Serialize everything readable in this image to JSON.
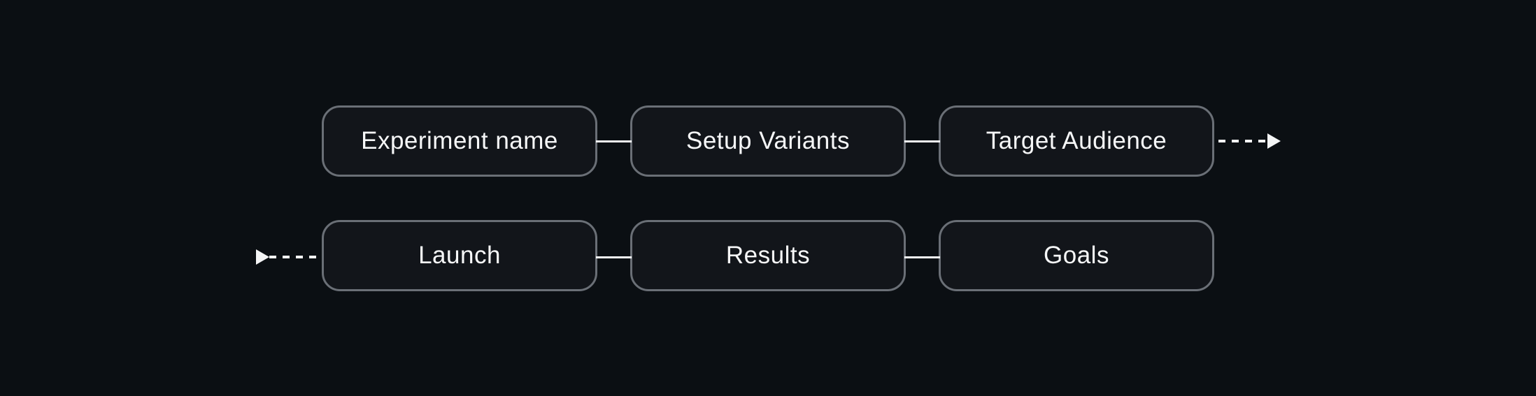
{
  "diagram": {
    "type": "flowchart",
    "rows": [
      {
        "nodes": [
          {
            "label": "Experiment name"
          },
          {
            "label": "Setup Variants"
          },
          {
            "label": "Target Audience"
          }
        ],
        "exit_arrow": "dashed-right"
      },
      {
        "nodes": [
          {
            "label": "Launch"
          },
          {
            "label": "Results"
          },
          {
            "label": "Goals"
          }
        ],
        "entry_arrow": "dashed-right"
      }
    ],
    "colors": {
      "background": "#0b0f13",
      "node_fill": "#12151a",
      "node_border": "#6a6f76",
      "connector": "#f4f5f6",
      "text": "#f6f7f8"
    }
  }
}
